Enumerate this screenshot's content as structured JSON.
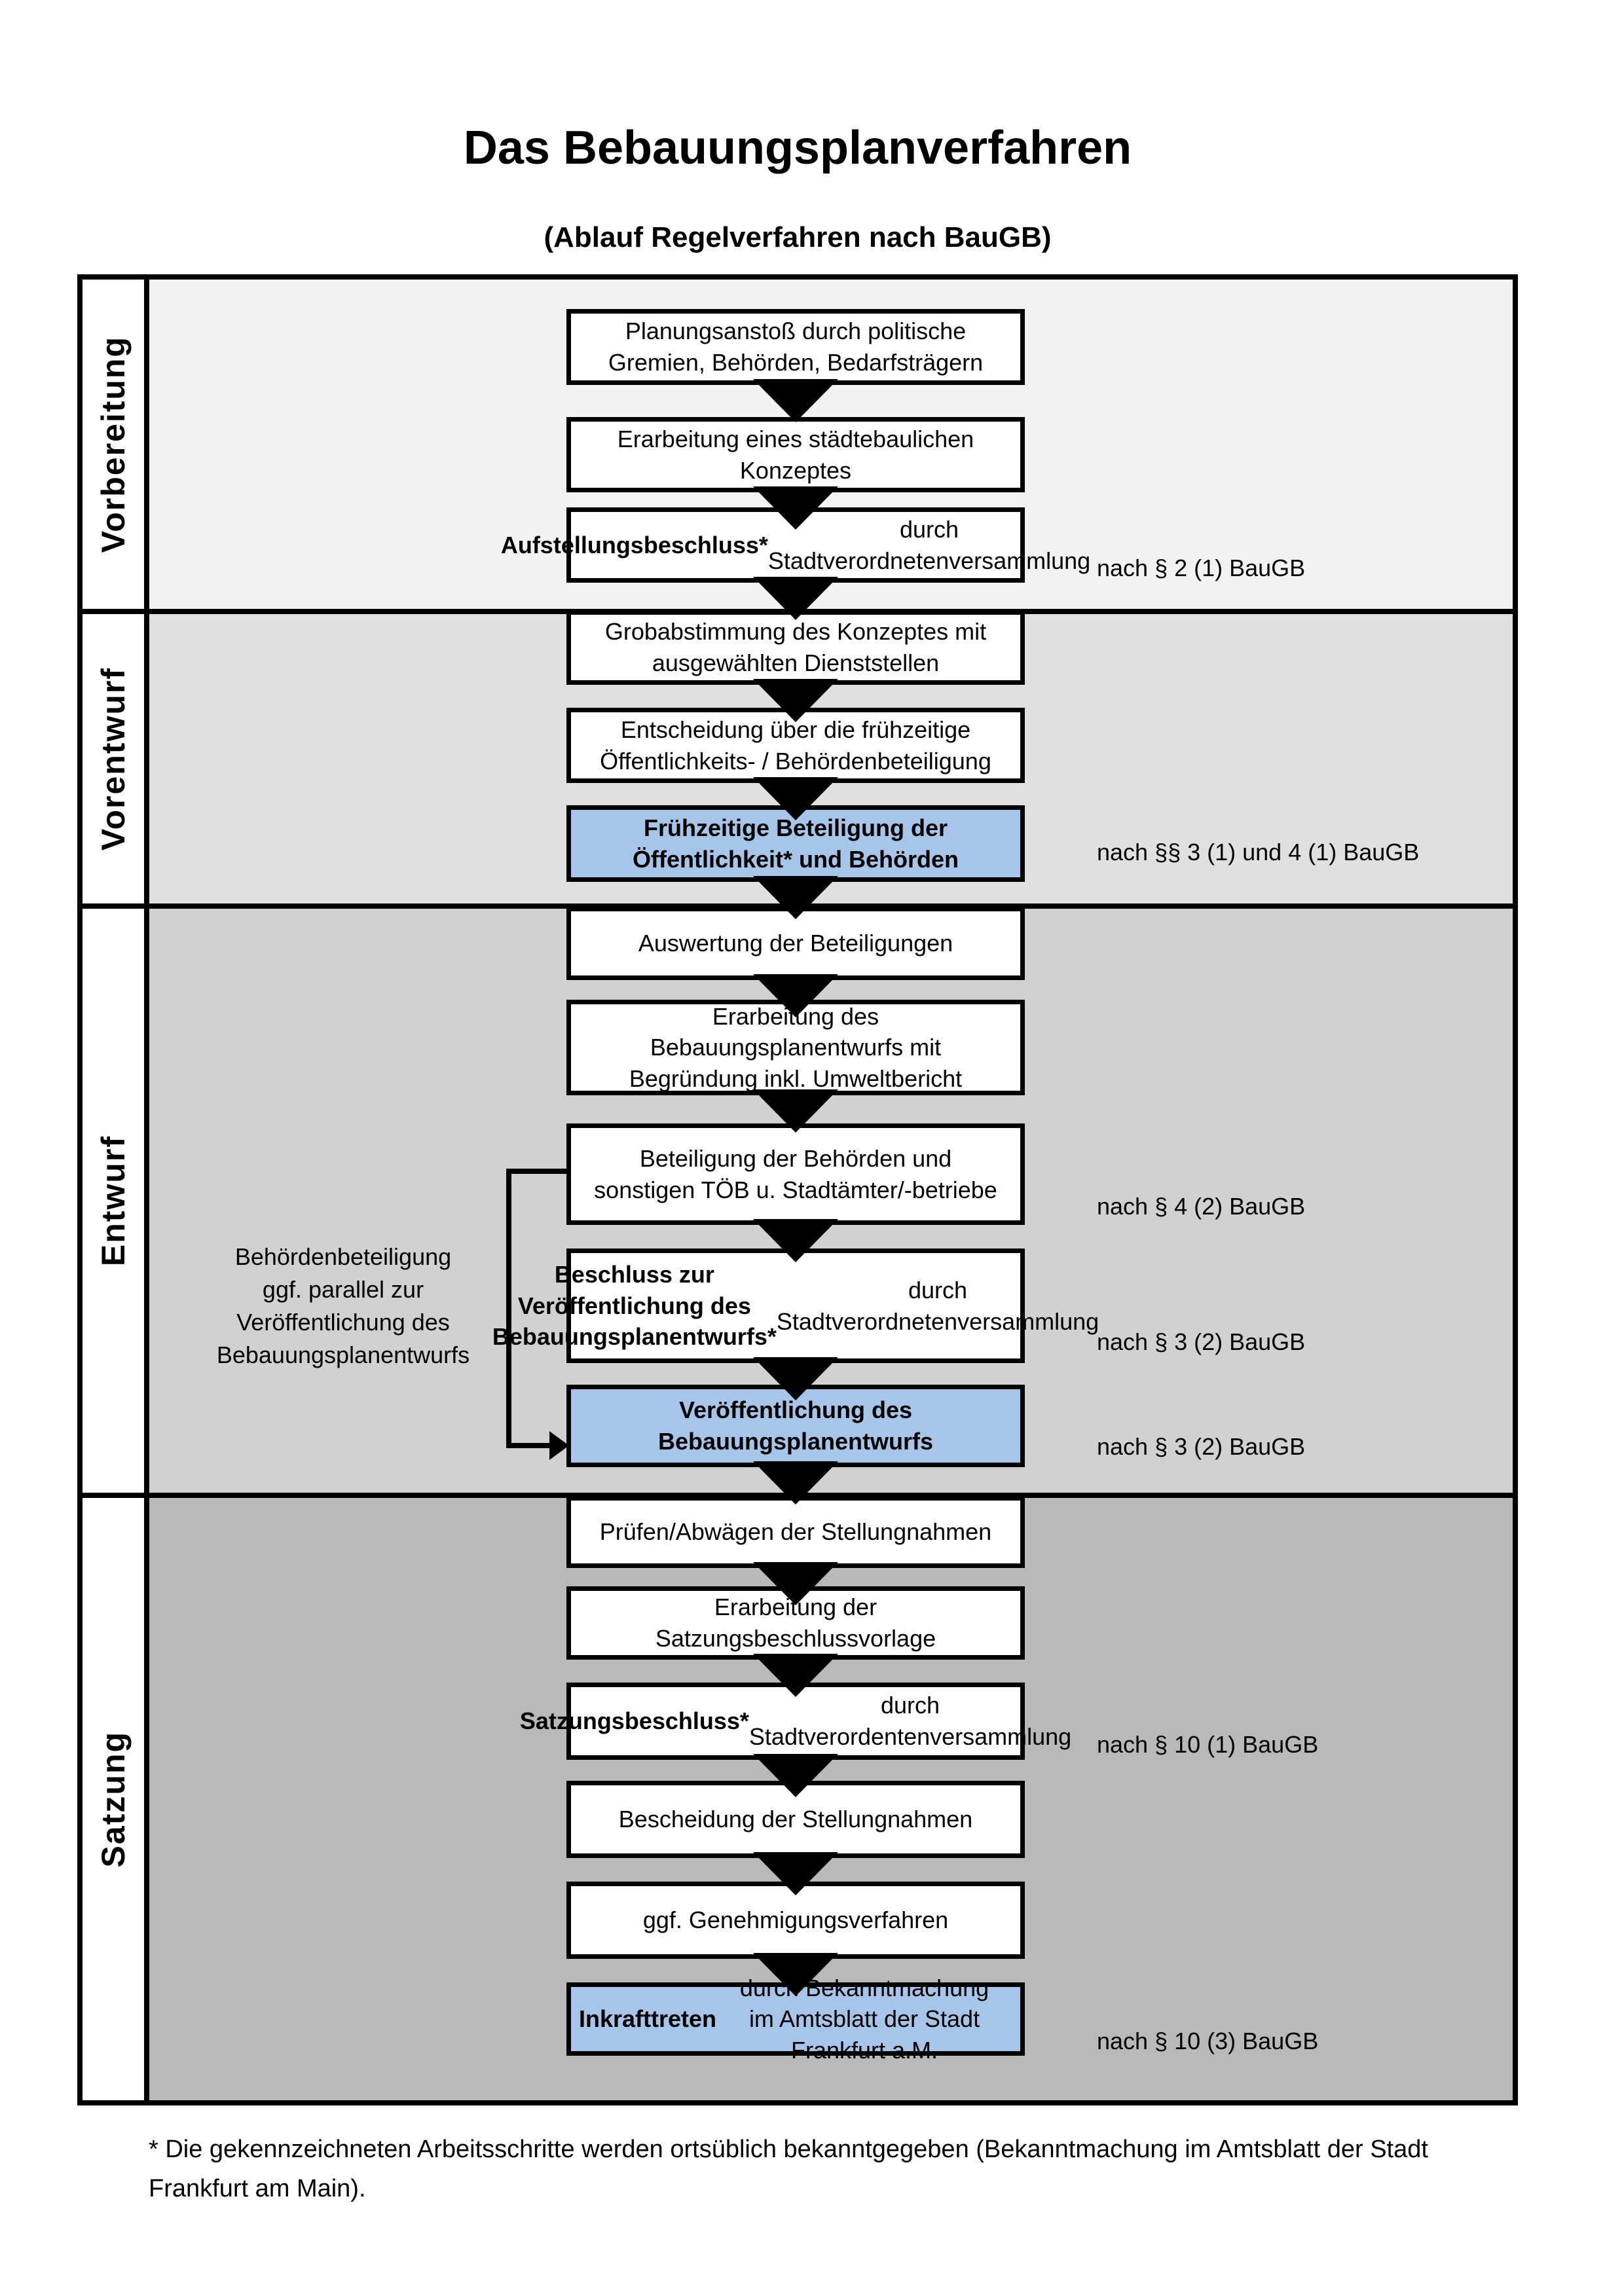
{
  "title": "Das Bebauungsplanverfahren",
  "subtitle": "(Ablauf Regelverfahren nach BauGB)",
  "colors": {
    "phase_1": "#f2f2f2",
    "phase_2": "#e0e0e0",
    "phase_3": "#d1d1d1",
    "phase_4": "#b9b9b9",
    "highlight": "#a7c5e8",
    "line": "#000000"
  },
  "phases": [
    {
      "label": "Vorbereitung"
    },
    {
      "label": "Vorentwurf"
    },
    {
      "label": "Entwurf"
    },
    {
      "label": "Satzung"
    }
  ],
  "side_note": "Behördenbeteiligung\nggf. parallel zur\nVeröffentlichung des\nBebauungsplanentwurfs",
  "steps": [
    {
      "segments": [
        {
          "t": "Planungsanstoß durch politische\nGremien, Behörden, Bedarfsträgern",
          "b": false
        }
      ]
    },
    {
      "segments": [
        {
          "t": "Erarbeitung eines städtebaulichen\nKonzeptes",
          "b": false
        }
      ]
    },
    {
      "segments": [
        {
          "t": "Aufstellungsbeschluss*",
          "b": true
        },
        {
          "t": " durch\nStadtverordnetenversammlung",
          "b": false
        }
      ],
      "law_ref": "nach § 2 (1) BauGB"
    },
    {
      "segments": [
        {
          "t": "Grobabstimmung des Konzeptes mit\nausgewählten Dienststellen",
          "b": false
        }
      ]
    },
    {
      "segments": [
        {
          "t": "Entscheidung über die frühzeitige\nÖffentlichkeits- / Behördenbeteiligung",
          "b": false
        }
      ]
    },
    {
      "segments": [
        {
          "t": "Frühzeitige Beteiligung der\nÖffentlichkeit* und Behörden",
          "b": true
        }
      ],
      "highlighted": true,
      "law_ref": "nach §§ 3 (1) und 4 (1) BauGB"
    },
    {
      "segments": [
        {
          "t": "Auswertung der Beteiligungen",
          "b": false
        }
      ]
    },
    {
      "segments": [
        {
          "t": "Erarbeitung des\nBebauungsplanentwurfs mit\nBegründung inkl. Umweltbericht",
          "b": false
        }
      ]
    },
    {
      "segments": [
        {
          "t": "Beteiligung der Behörden und\nsonstigen TÖB u. Stadtämter/-betriebe",
          "b": false
        }
      ],
      "law_ref": "nach § 4 (2) BauGB"
    },
    {
      "segments": [
        {
          "t": "Beschluss zur Veröffentlichung des\nBebauungsplanentwurfs*",
          "b": true
        },
        {
          "t": " durch\nStadtverordnetenversammlung",
          "b": false
        }
      ],
      "law_ref": "nach § 3 (2) BauGB"
    },
    {
      "segments": [
        {
          "t": "Veröffentlichung des\nBebauungsplanentwurfs",
          "b": true
        }
      ],
      "highlighted": true,
      "law_ref": "nach § 3 (2) BauGB"
    },
    {
      "segments": [
        {
          "t": "Prüfen/Abwägen der Stellungnahmen",
          "b": false
        }
      ]
    },
    {
      "segments": [
        {
          "t": "Erarbeitung der\nSatzungsbeschlussvorlage",
          "b": false
        }
      ]
    },
    {
      "segments": [
        {
          "t": "Satzungsbeschluss*",
          "b": true
        },
        {
          "t": " durch\nStadtverordentenversammlung",
          "b": false
        }
      ],
      "law_ref": "nach § 10 (1) BauGB"
    },
    {
      "segments": [
        {
          "t": "Bescheidung der Stellungnahmen",
          "b": false
        }
      ]
    },
    {
      "segments": [
        {
          "t": "ggf. Genehmigungsverfahren",
          "b": false
        }
      ]
    },
    {
      "segments": [
        {
          "t": "Inkrafttreten",
          "b": true
        },
        {
          "t": " durch Bekanntmachung\nim Amtsblatt der Stadt Frankfurt a.M.",
          "b": false
        }
      ],
      "highlighted": true,
      "law_ref": "nach § 10 (3) BauGB"
    }
  ],
  "footnote": "* Die gekennzeichneten Arbeitsschritte werden ortsüblich bekanntgegeben (Bekanntmachung im Amtsblatt der Stadt\nFrankfurt am Main)."
}
